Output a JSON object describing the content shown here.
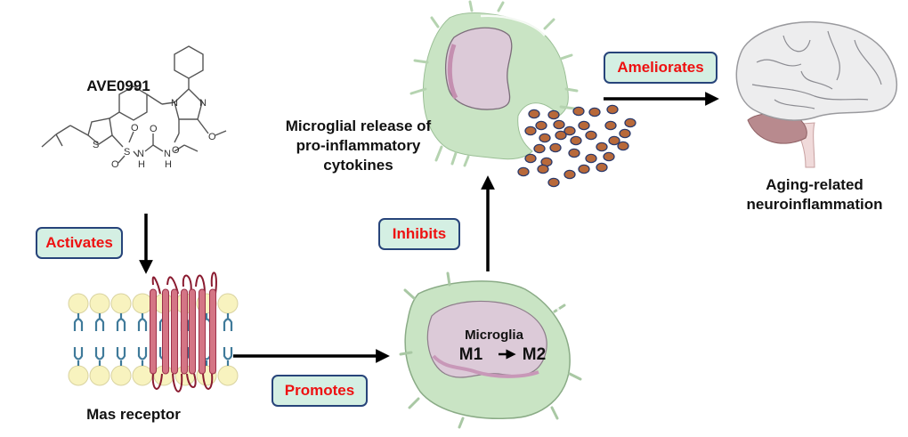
{
  "title": "AVE0991 mechanism in aging-related neuroinflammation",
  "colors": {
    "tag_fill": "#d4efe3",
    "tag_border": "#27447a",
    "tag_text": "#ee1111",
    "arrow": "#000000",
    "cell_body": "#c9e4c4",
    "nucleus": "#dccad8",
    "cytokine": "#b8693a",
    "brain": "#ececee",
    "cerebellum": "#b88a8e",
    "membrane_head": "#f8f3bf",
    "lipid_tail": "#3f7a9a",
    "receptor": "#d47585"
  },
  "nodes": {
    "drug": {
      "name": "AVE0991",
      "atoms": [
        "N",
        "N",
        "O",
        "O",
        "S",
        "S",
        "O",
        "O",
        "N",
        "H",
        "O",
        "N",
        "H"
      ]
    },
    "receptor": {
      "name": "Mas receptor"
    },
    "microglia": {
      "title": "Microglia",
      "from": "M1",
      "to": "M2"
    },
    "release": {
      "line1": "Microglial release of",
      "line2": "pro-inflammatory",
      "line3": "cytokines"
    },
    "outcome": {
      "line1": "Aging-related",
      "line2": "neuroinflammation"
    }
  },
  "edges": [
    {
      "from": "AVE0991",
      "to": "Mas receptor",
      "label": "Activates"
    },
    {
      "from": "Mas receptor",
      "to": "Microglia M1 to M2",
      "label": "Promotes"
    },
    {
      "from": "Microglia M1 to M2",
      "to": "Microglial release of pro-inflammatory cytokines",
      "label": "Inhibits"
    },
    {
      "from": "Microglial release of pro-inflammatory cytokines",
      "to": "Aging-related neuroinflammation",
      "label": "Ameliorates"
    }
  ]
}
